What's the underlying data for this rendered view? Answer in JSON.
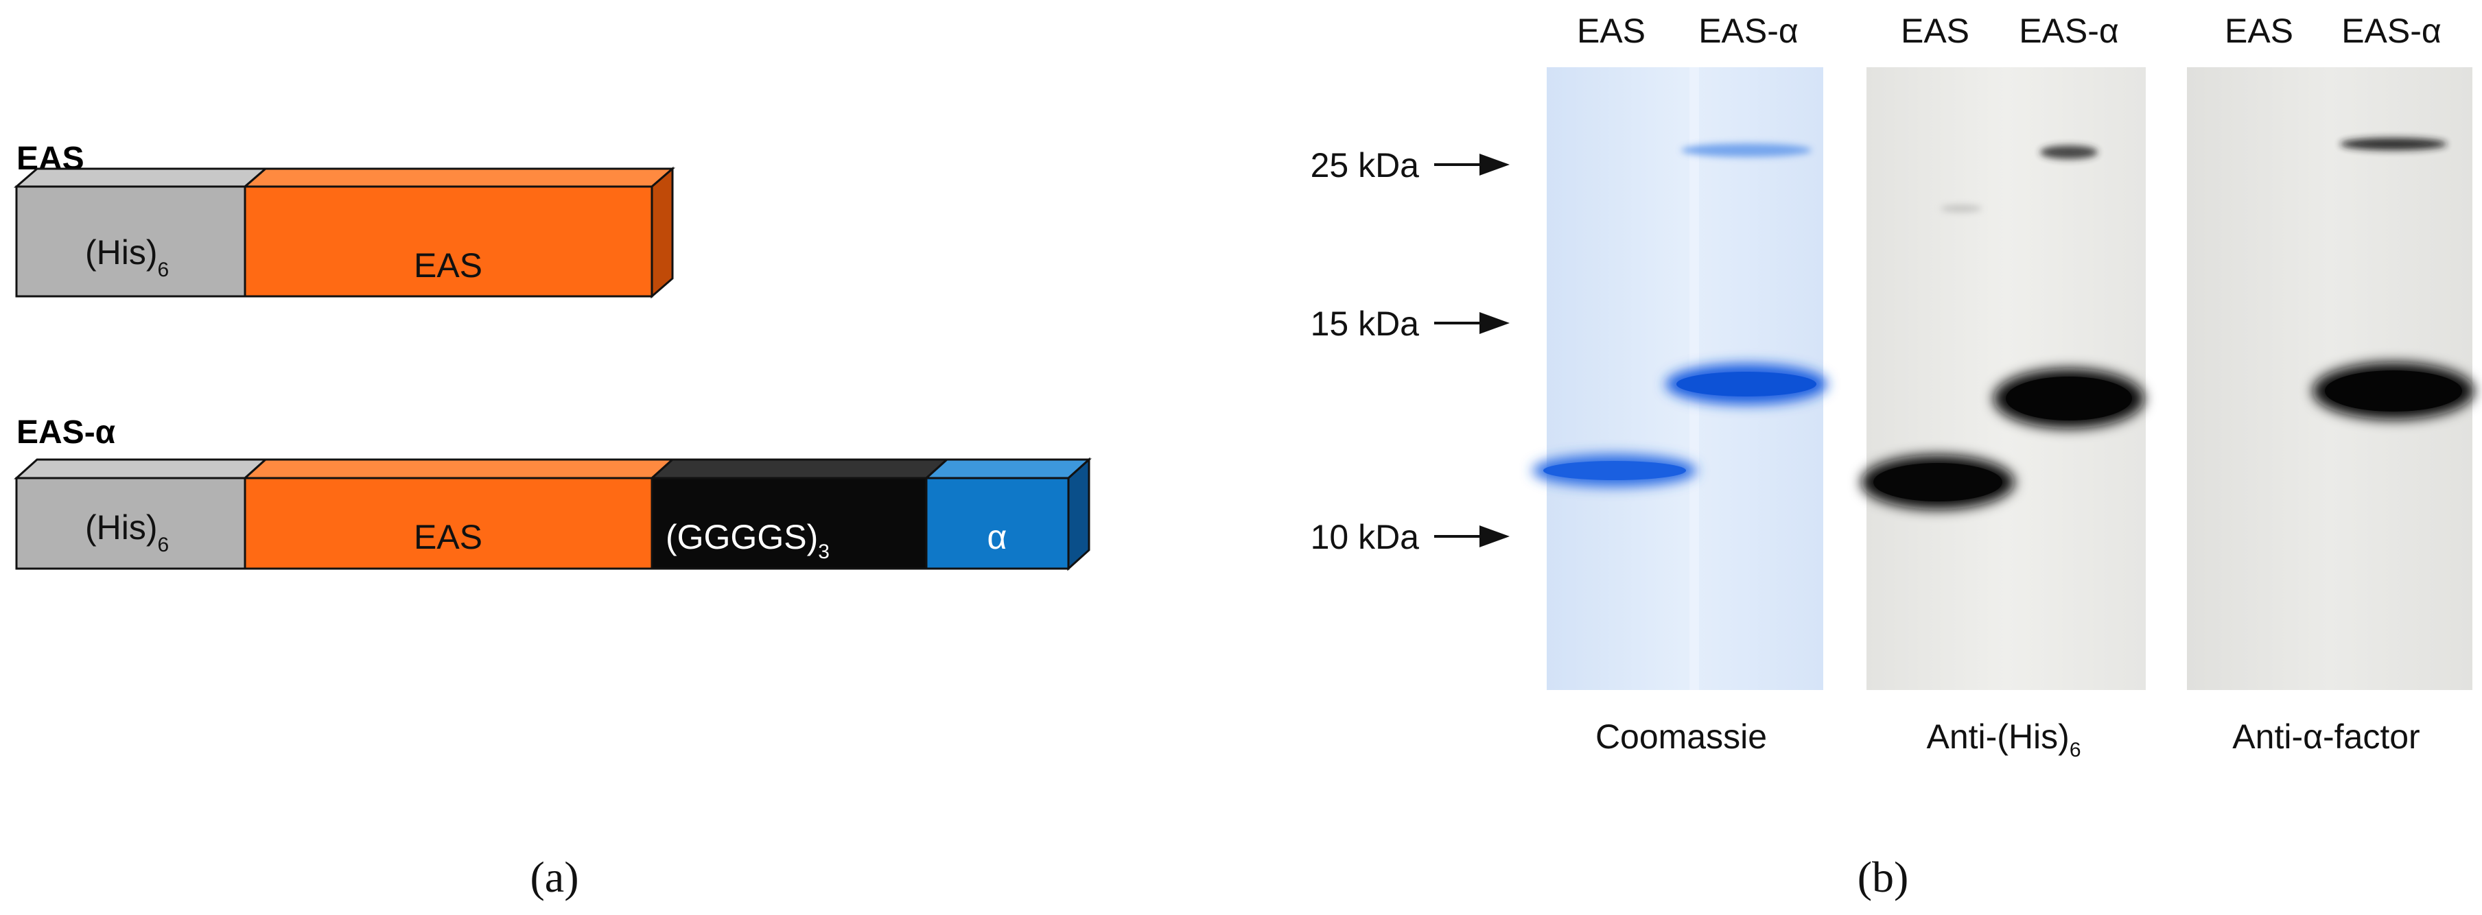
{
  "panel_a": {
    "label": "(a)",
    "constructs": [
      {
        "name": "EAS",
        "segments": [
          {
            "text": "(His)",
            "sub": "6",
            "color": "#b2b2b2",
            "text_color": "#111111"
          },
          {
            "text": "EAS",
            "sub": "",
            "color": "#ff6a14",
            "text_color": "#111111"
          }
        ]
      },
      {
        "name": "EAS-α",
        "segments": [
          {
            "text": "(His)",
            "sub": "6",
            "color": "#b2b2b2",
            "text_color": "#111111"
          },
          {
            "text": "EAS",
            "sub": "",
            "color": "#ff6a14",
            "text_color": "#111111"
          },
          {
            "text": "(GGGGS)",
            "sub": "3",
            "color": "#0a0a0a",
            "text_color": "#ffffff"
          },
          {
            "text": "α",
            "sub": "",
            "color": "#0f78c8",
            "text_color": "#ffffff"
          }
        ]
      }
    ]
  },
  "panel_b": {
    "label": "(b)",
    "markers": [
      {
        "label": "25 kDa"
      },
      {
        "label": "15 kDa"
      },
      {
        "label": "10 kDa"
      }
    ],
    "blots": [
      {
        "name": "coomassie",
        "caption": "Coomassie",
        "caption_sub": "",
        "lanes": [
          "EAS",
          "EAS-α"
        ]
      },
      {
        "name": "anti-his",
        "caption": "Anti-(His)",
        "caption_sub": "6",
        "lanes": [
          "EAS",
          "EAS-α"
        ]
      },
      {
        "name": "anti-alpha",
        "caption": "Anti-α-factor",
        "caption_sub": "",
        "lanes": [
          "EAS",
          "EAS-α"
        ]
      }
    ],
    "colors": {
      "coomassie_bg": "#dce8f8",
      "coomassie_band": "#1a5fe0",
      "western_bg": "#ececea",
      "western_band": "#0c0c0c"
    }
  }
}
